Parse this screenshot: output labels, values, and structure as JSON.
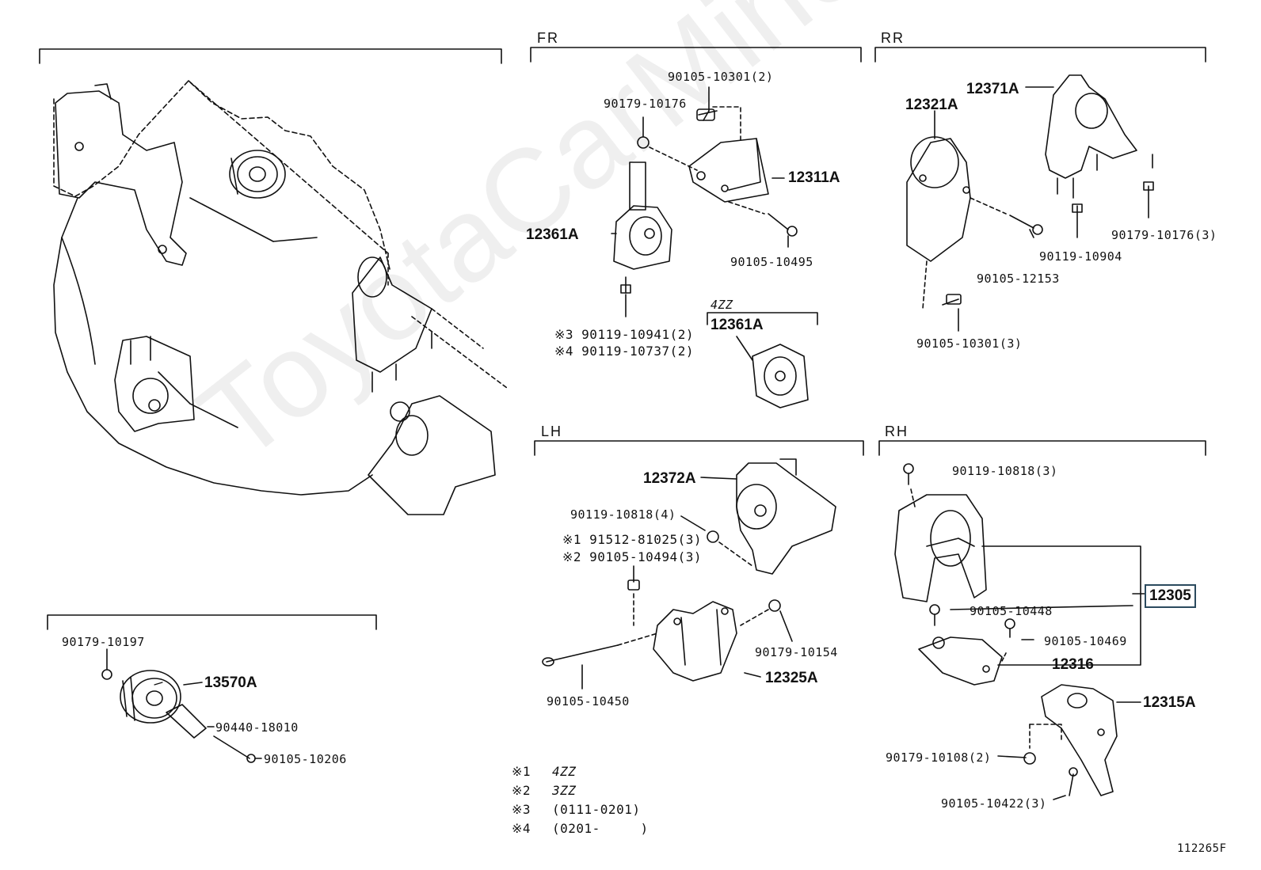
{
  "diagram": {
    "sections": {
      "fr": "FR",
      "rr": "RR",
      "lh": "LH",
      "rh": "RH"
    },
    "variant_label": "4ZZ",
    "watermark": "ToyotaCarMine.ru",
    "code": "112265F",
    "notes": [
      {
        "mark": "※1",
        "text": "4ZZ"
      },
      {
        "mark": "※2",
        "text": "3ZZ"
      },
      {
        "mark": "※3",
        "text": "(0111-0201)"
      },
      {
        "mark": "※4",
        "text": "(0201-     )"
      }
    ],
    "parts": {
      "p90179_10197": "90179-10197",
      "p13570A": "13570A",
      "p90440_18010": "90440-18010",
      "p90105_10206": "90105-10206",
      "p90105_10301_2": "90105-10301(2)",
      "p90179_10176": "90179-10176",
      "p12311A": "12311A",
      "p12361A": "12361A",
      "p90105_10495": "90105-10495",
      "p90119_10941": "※3 90119-10941(2)",
      "p90119_10737": "※4 90119-10737(2)",
      "p12361A_4zz": "12361A",
      "p12321A": "12321A",
      "p12371A": "12371A",
      "p90179_10176_3": "90179-10176(3)",
      "p90119_10904": "90119-10904",
      "p90105_12153": "90105-12153",
      "p90105_10301_3": "90105-10301(3)",
      "p12372A": "12372A",
      "p90119_10818_4": "90119-10818(4)",
      "p91512_81025": "※1 91512-81025(3)",
      "p90105_10494": "※2 90105-10494(3)",
      "p90179_10154": "90179-10154",
      "p90105_10450": "90105-10450",
      "p12325A": "12325A",
      "p90119_10818_3": "90119-10818(3)",
      "p12305": "12305",
      "p90105_10448": "90105-10448",
      "p90105_10469": "90105-10469",
      "p12316": "12316",
      "p12315A": "12315A",
      "p90179_10108": "90179-10108(2)",
      "p90105_10422": "90105-10422(3)"
    }
  }
}
